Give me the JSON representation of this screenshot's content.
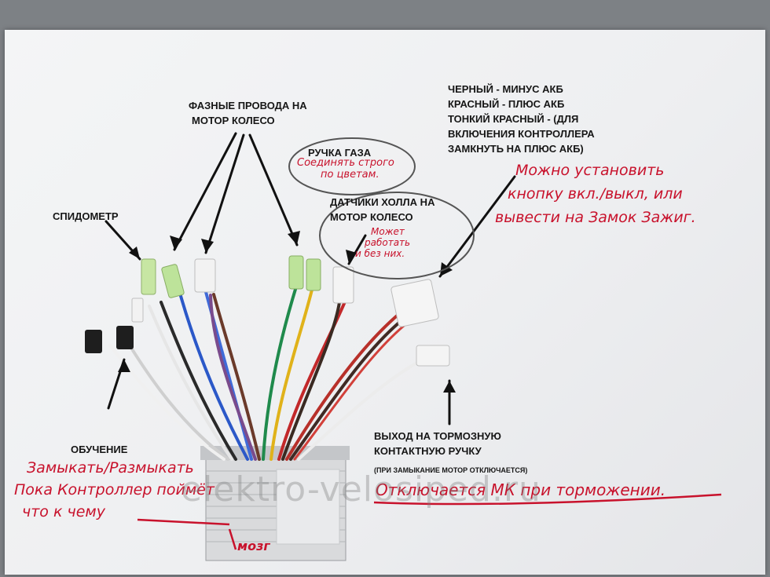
{
  "labels": {
    "phase_wires": [
      "ФАЗНЫЕ ПРОВОДА НА",
      "МОТОР КОЛЕСО"
    ],
    "speedometer": "СПИДОМЕТР",
    "throttle": "РУЧКА ГАЗА",
    "hall_sensors": [
      "ДАТЧИКИ ХОЛЛА НА",
      "МОТОР КОЛЕСО"
    ],
    "battery": [
      "ЧЕРНЫЙ - МИНУС АКБ",
      "КРАСНЫЙ - ПЛЮС АКБ",
      "ТОНКИЙ КРАСНЫЙ - (ДЛЯ",
      "ВКЛЮЧЕНИЯ КОНТРОЛЛЕРА",
      "ЗАМКНУТЬ НА  ПЛЮС АКБ)"
    ],
    "learning": "ОБУЧЕНИЕ",
    "brake": [
      "ВЫХОД НА ТОРМОЗНУЮ",
      "КОНТАКТНУЮ РУЧКУ"
    ],
    "brake_note": "(ПРИ ЗАМЫКАНИЕ МОТОР ОТКЛЮЧАЕТСЯ)"
  },
  "handwritten": {
    "throttle_note": [
      "Соединять строго",
      "по цветам."
    ],
    "hall_note": [
      "Может",
      "работать",
      "и без них."
    ],
    "switch_note": [
      "Можно установить",
      "кнопку вкл./выкл, или",
      "вывести на Замок Зажиг."
    ],
    "learning_note": [
      "Замыкать/Размыкать",
      "Пока Контроллер поймёт",
      "что к чему"
    ],
    "brake_note": "Отключается МК при торможении.",
    "controller_note": "мозг"
  },
  "watermark": "elektro-velosiped.ru",
  "colors": {
    "ink": "#161616",
    "handwriting": "#c8122c",
    "paper": "#f1f2f3"
  }
}
